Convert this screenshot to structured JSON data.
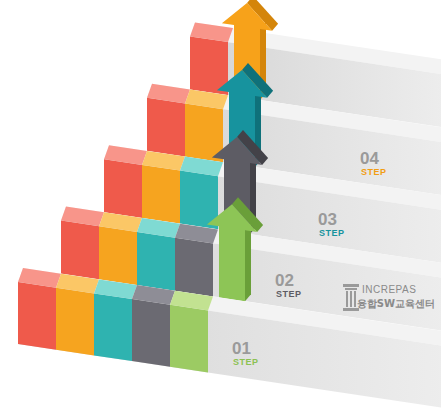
{
  "diagram": {
    "labels": [
      "01",
      "STEP",
      "02",
      "STEP",
      "03",
      "STEP",
      "04",
      "STEP",
      "INCREPAS",
      "융합SW교육센터"
    ]
  }
}
